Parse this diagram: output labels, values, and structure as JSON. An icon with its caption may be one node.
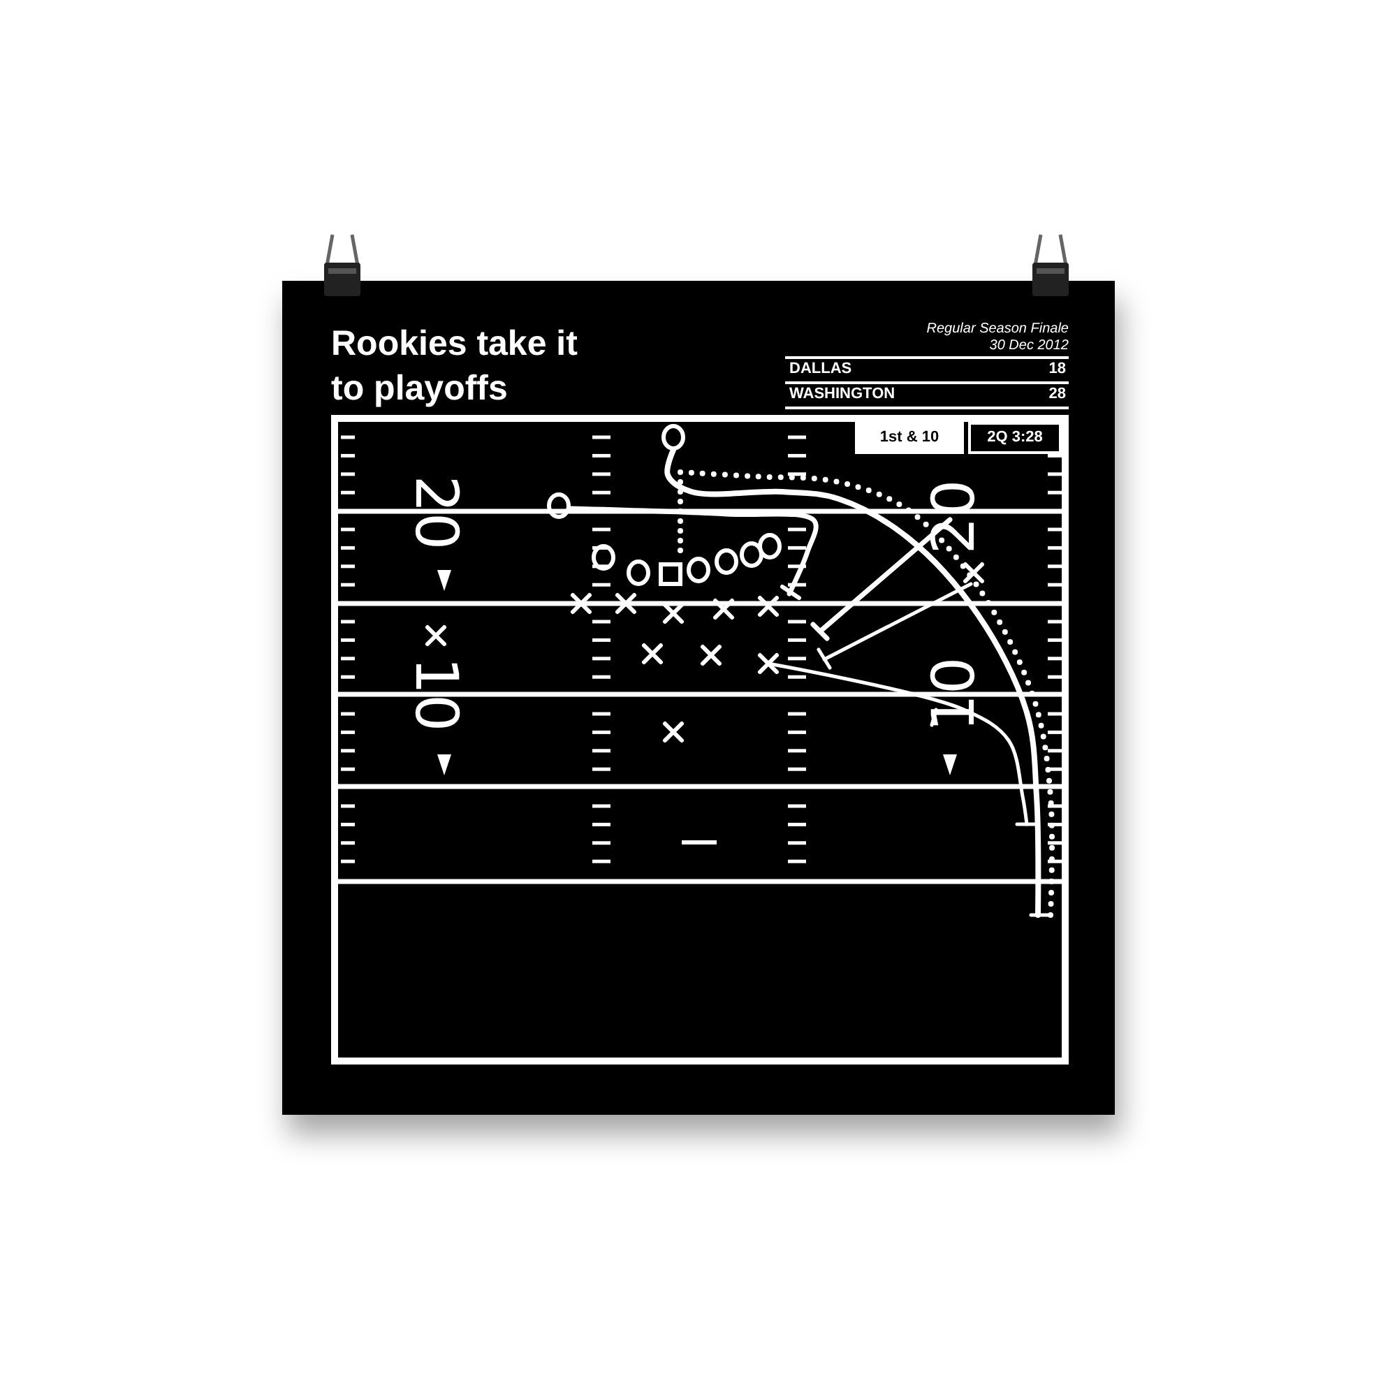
{
  "diagram": {
    "title": "Rookies take it to playoffs",
    "labels": [
      "Regular Season Finale",
      "30 Dec 2012",
      "DALLAS",
      "18",
      "WASHINGTON",
      "28",
      "1st & 10",
      "2Q 3:28",
      "20",
      "20",
      "10",
      "10"
    ]
  }
}
